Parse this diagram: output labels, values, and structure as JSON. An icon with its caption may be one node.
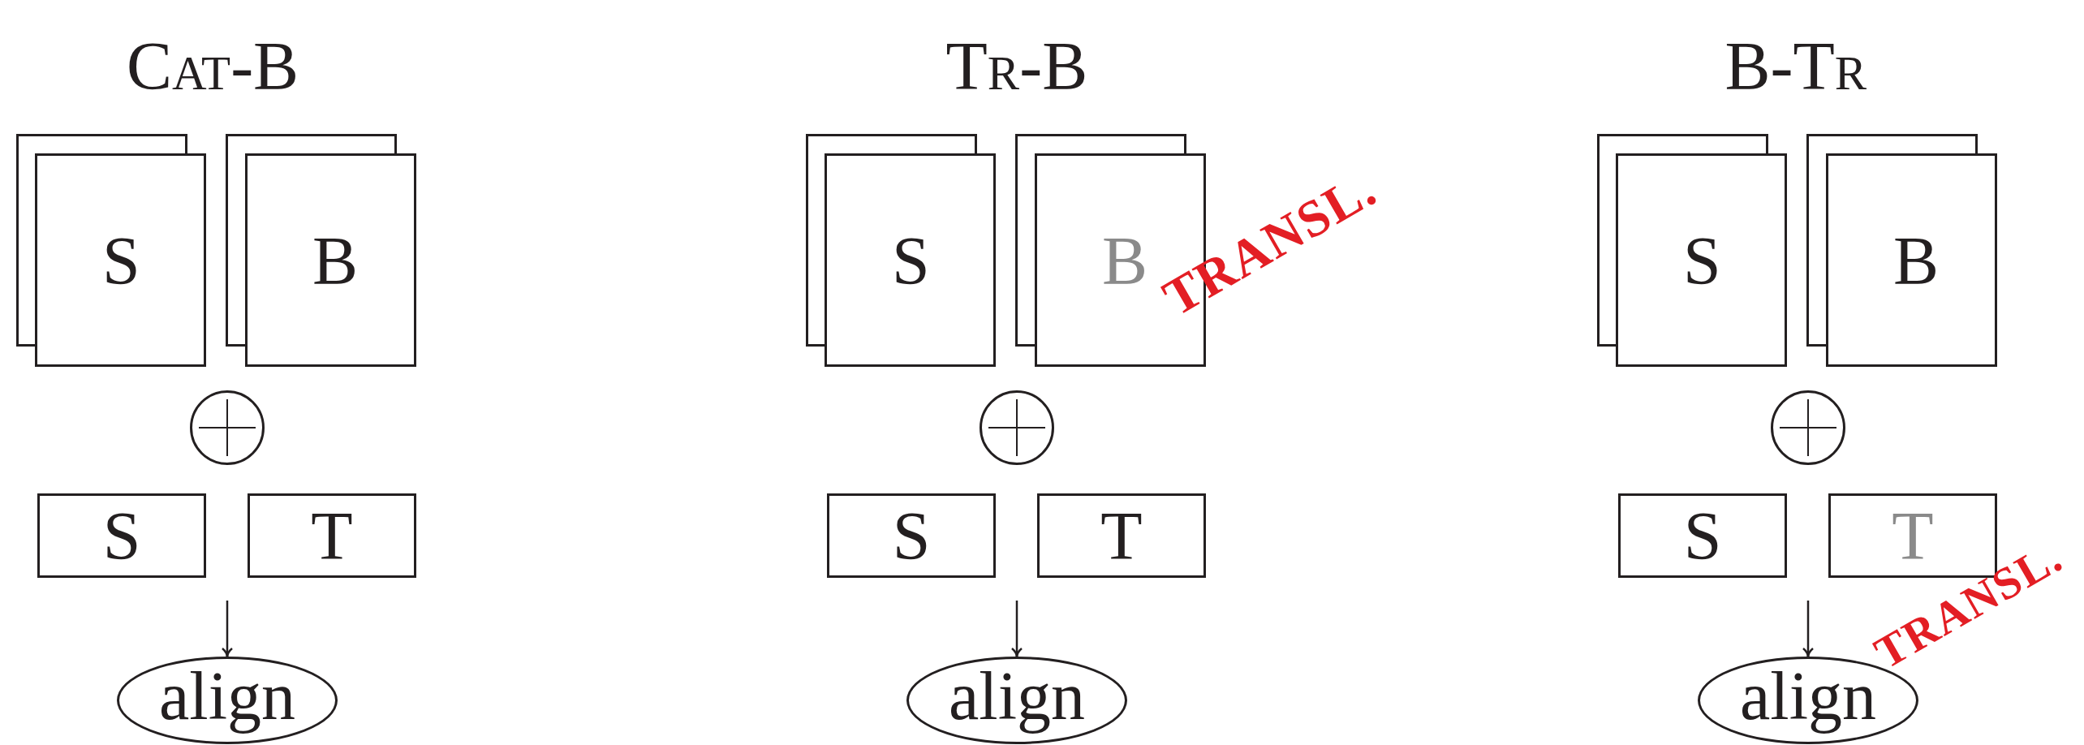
{
  "diagram": {
    "nodes": [
      {
        "text": [
          "S"
        ]
      },
      {
        "text": [
          "B"
        ]
      },
      {
        "text": [],
        "shape": "circle"
      },
      {
        "text": [
          "S"
        ]
      },
      {
        "text": [
          "T"
        ]
      },
      {
        "text": [
          "align"
        ]
      },
      {
        "text": [
          "S"
        ]
      },
      {
        "text": [
          "B"
        ]
      },
      {
        "text": [],
        "shape": "circle"
      },
      {
        "text": [
          "S"
        ]
      },
      {
        "text": [
          "T"
        ]
      },
      {
        "text": [
          "align"
        ]
      },
      {
        "text": [
          "S"
        ]
      },
      {
        "text": [
          "B"
        ]
      },
      {
        "text": [],
        "shape": "circle"
      },
      {
        "text": [
          "S"
        ]
      },
      {
        "text": [
          "T"
        ]
      },
      {
        "text": [
          "align"
        ]
      }
    ],
    "edges": [
      {
        "from": null,
        "to": 5,
        "arrow": "to"
      },
      {
        "from": null,
        "to": 11,
        "arrow": "to"
      },
      {
        "from": null,
        "to": 17,
        "arrow": "to"
      }
    ],
    "labels": [
      "Cat-B",
      "Tr-B",
      "B-Tr",
      "TRANSL.",
      "TRANSL."
    ]
  }
}
